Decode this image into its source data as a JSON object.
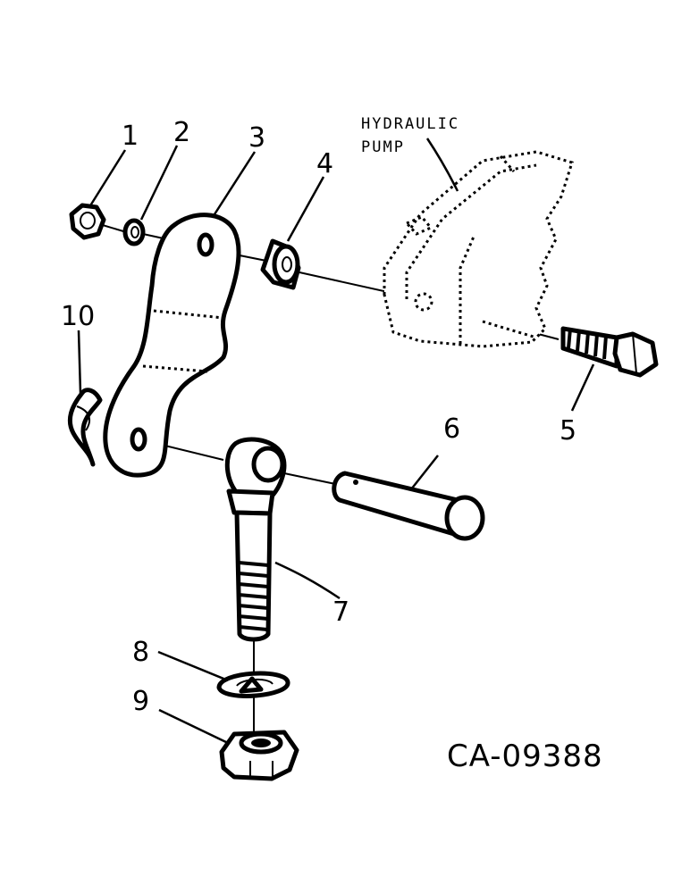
{
  "labels": {
    "p1": "1",
    "p2": "2",
    "p3": "3",
    "p4": "4",
    "p5": "5",
    "p6": "6",
    "p7": "7",
    "p8": "8",
    "p9": "9",
    "p10": "10"
  },
  "pump_label": {
    "line1": "HYDRAULIC",
    "line2": "PUMP"
  },
  "figure_id": "CA-09388"
}
